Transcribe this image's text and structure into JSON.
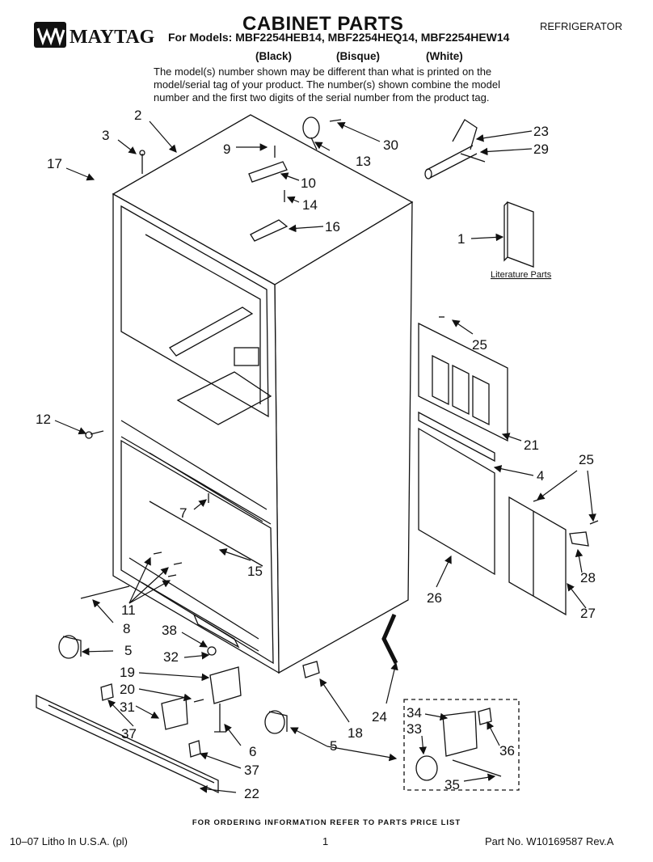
{
  "header": {
    "brand": "MAYTAG",
    "title": "CABINET PARTS",
    "category": "REFRIGERATOR",
    "models_line": "For Models: MBF2254HEB14, MBF2254HEQ14, MBF2254HEW14",
    "colors": [
      "(Black)",
      "(Bisque)",
      "(White)"
    ],
    "intro": "The model(s) number shown may be different than what is printed on the model/serial tag of your product. The number(s) shown combine the model number and the first two digits of the serial number from the product tag."
  },
  "diagram": {
    "literature_label": "Literature Parts",
    "callouts": {
      "c1": "1",
      "c2": "2",
      "c3": "3",
      "c4": "4",
      "c5a": "5",
      "c5b": "5",
      "c6": "6",
      "c7": "7",
      "c8": "8",
      "c9": "9",
      "c10": "10",
      "c11": "11",
      "c12": "12",
      "c13": "13",
      "c14": "14",
      "c15": "15",
      "c16": "16",
      "c17": "17",
      "c18": "18",
      "c19": "19",
      "c20": "20",
      "c21": "21",
      "c22": "22",
      "c23": "23",
      "c24": "24",
      "c25a": "25",
      "c25b": "25",
      "c26": "26",
      "c27": "27",
      "c28": "28",
      "c29": "29",
      "c30": "30",
      "c31": "31",
      "c32": "32",
      "c33": "33",
      "c34": "34",
      "c35": "35",
      "c36": "36",
      "c37a": "37",
      "c37b": "37",
      "c38": "38"
    }
  },
  "footer": {
    "ordering_note": "FOR ORDERING INFORMATION REFER TO PARTS PRICE LIST",
    "litho": "10–07 Litho In U.S.A. (pl)",
    "page": "1",
    "part_number": "Part No. W10169587 Rev.A"
  }
}
